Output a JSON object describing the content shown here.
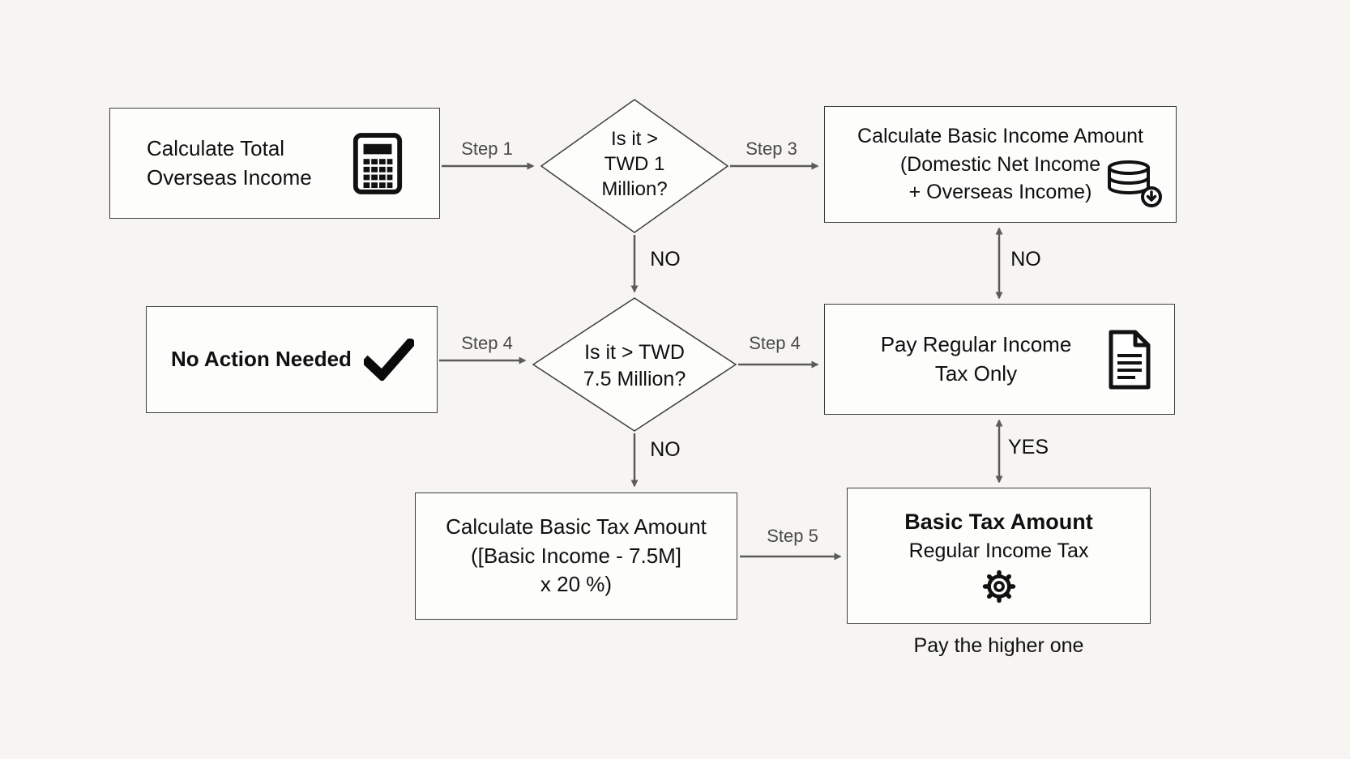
{
  "nodes": {
    "overseas": {
      "text": "Calculate Total\nOverseas Income",
      "icon": "calculator-icon"
    },
    "decision1": {
      "text": "Is it >\nTWD 1\nMillion?"
    },
    "basic_income": {
      "text": "Calculate Basic Income Amount\n(Domestic Net Income\n+ Overseas Income)",
      "icon": "coins-icon"
    },
    "no_action": {
      "text": "No Action Needed",
      "icon": "check-icon"
    },
    "decision2": {
      "text": "Is it > TWD\n7.5 Million?"
    },
    "regular_tax": {
      "text": "Pay Regular Income\nTax Only",
      "icon": "document-icon"
    },
    "basic_tax": {
      "text": "Calculate Basic Tax Amount\n([Basic Income - 7.5M]\nx 20 %)"
    },
    "compare": {
      "title": "Basic Tax Amount",
      "subtitle": "Regular Income Tax",
      "icon": "gear-icon",
      "caption": "Pay the higher one"
    }
  },
  "labels": {
    "step1": "Step 1",
    "step3": "Step 3",
    "step4_left": "Step 4",
    "step4_right": "Step 4",
    "step5": "Step 5",
    "no_down1": "NO",
    "no_right": "NO",
    "no_down2": "NO",
    "yes_right": "YES"
  },
  "colors": {
    "background": "#f6f5f1",
    "box_border": "#3d3d3d",
    "arrow": "#5b5b5b",
    "text": "#101010"
  }
}
